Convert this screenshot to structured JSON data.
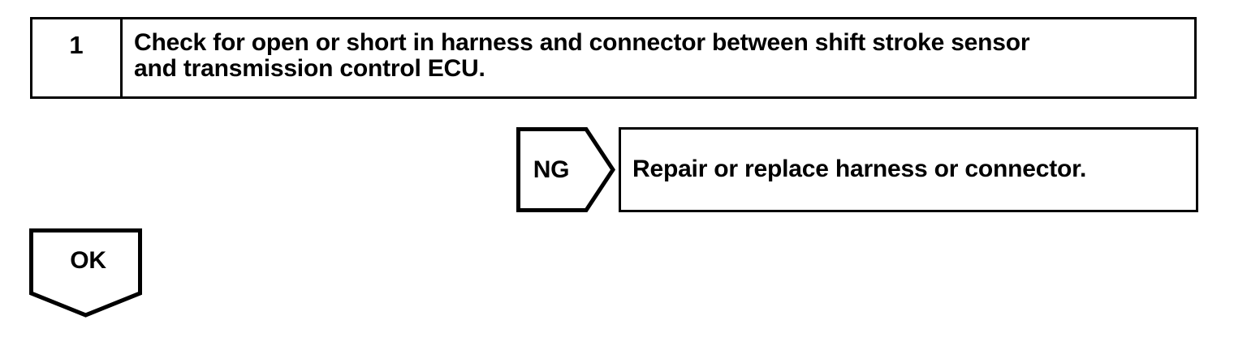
{
  "page": {
    "background_color": "#ffffff",
    "line_color": "#000000",
    "text_color": "#000000"
  },
  "step": {
    "number": "1",
    "instruction": "Check for open or short in harness and connector between shift stroke sensor\nand transmission control ECU."
  },
  "branches": {
    "ng": {
      "label": "NG",
      "result": "Repair or replace harness or connector."
    },
    "ok": {
      "label": "OK"
    }
  }
}
